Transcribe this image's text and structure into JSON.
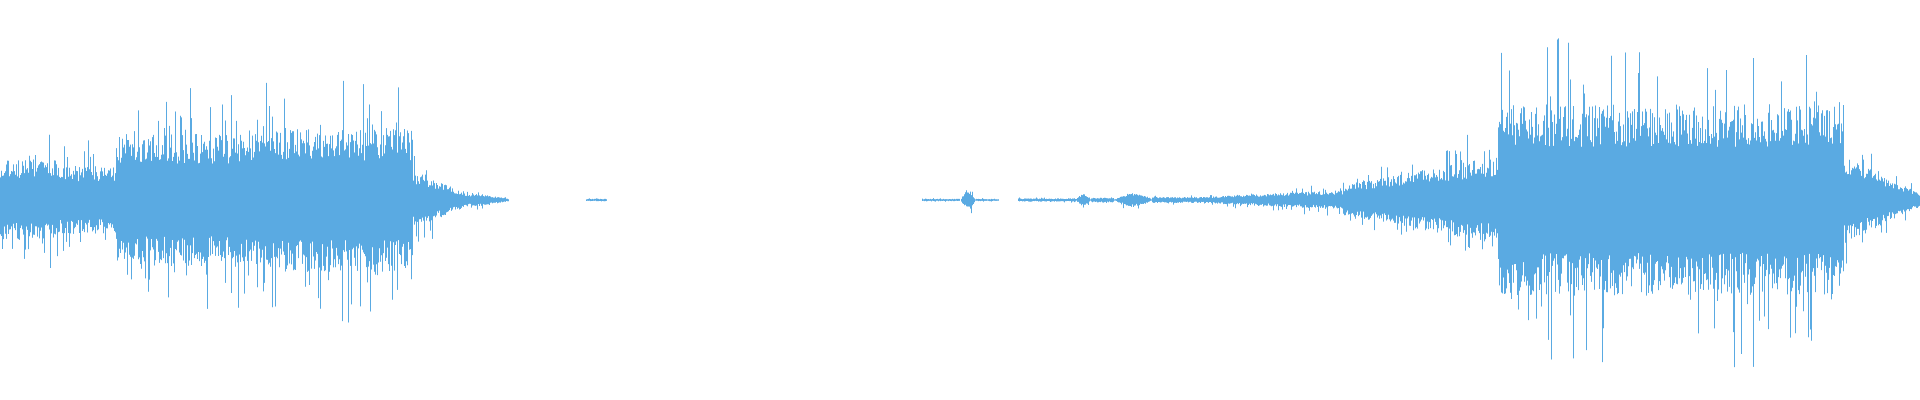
{
  "waveform": {
    "color": "#5aaae2",
    "background": "#ffffff",
    "sample_count": 1920,
    "segments": [
      {
        "start": 0.0,
        "end": 0.03,
        "peak": 0.2,
        "shape": "flat"
      },
      {
        "start": 0.03,
        "end": 0.06,
        "peak": 0.17,
        "shape": "flat"
      },
      {
        "start": 0.06,
        "end": 0.14,
        "peak": 0.33,
        "shape": "flat"
      },
      {
        "start": 0.14,
        "end": 0.215,
        "peak": 0.36,
        "shape": "flat"
      },
      {
        "start": 0.215,
        "end": 0.245,
        "peak": 0.15,
        "shape": "decay"
      },
      {
        "start": 0.245,
        "end": 0.265,
        "peak": 0.04,
        "shape": "decay"
      },
      {
        "start": 0.305,
        "end": 0.316,
        "peak": 0.006,
        "shape": "flat"
      },
      {
        "start": 0.48,
        "end": 0.5,
        "peak": 0.006,
        "shape": "flat"
      },
      {
        "start": 0.5,
        "end": 0.508,
        "peak": 0.05,
        "shape": "bump"
      },
      {
        "start": 0.508,
        "end": 0.52,
        "peak": 0.006,
        "shape": "flat"
      },
      {
        "start": 0.53,
        "end": 0.56,
        "peak": 0.008,
        "shape": "flat"
      },
      {
        "start": 0.56,
        "end": 0.568,
        "peak": 0.03,
        "shape": "bump"
      },
      {
        "start": 0.568,
        "end": 0.58,
        "peak": 0.012,
        "shape": "flat"
      },
      {
        "start": 0.58,
        "end": 0.6,
        "peak": 0.035,
        "shape": "bump"
      },
      {
        "start": 0.6,
        "end": 0.63,
        "peak": 0.015,
        "shape": "flat"
      },
      {
        "start": 0.63,
        "end": 0.7,
        "peak": 0.05,
        "shape": "rise"
      },
      {
        "start": 0.7,
        "end": 0.78,
        "peak": 0.22,
        "shape": "rise"
      },
      {
        "start": 0.78,
        "end": 0.96,
        "peak": 0.48,
        "shape": "flat"
      },
      {
        "start": 0.96,
        "end": 1.0,
        "peak": 0.22,
        "shape": "decay"
      }
    ]
  }
}
